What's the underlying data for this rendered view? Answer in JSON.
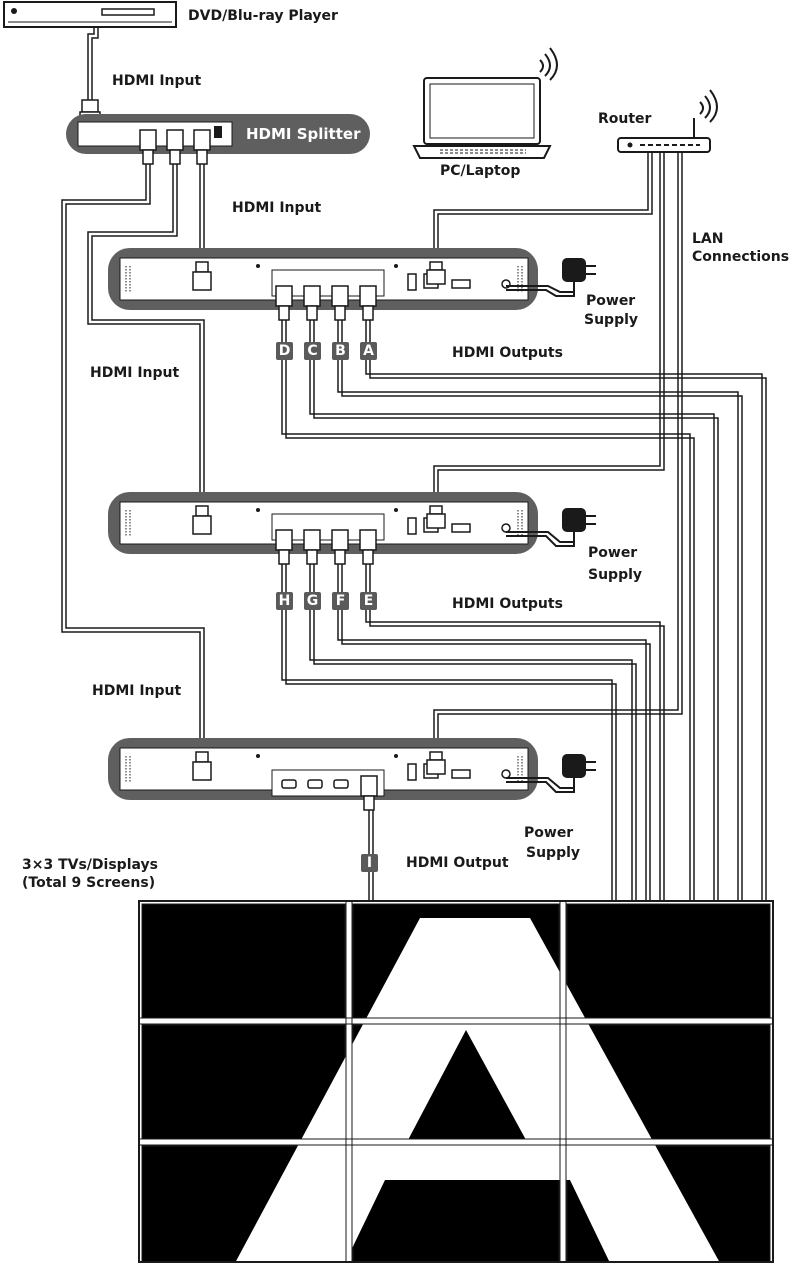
{
  "labels": {
    "player": "DVD/Blu-ray Player",
    "hdmi_input_1": "HDMI Input",
    "splitter": "HDMI Splitter",
    "pc_laptop": "PC/Laptop",
    "router": "Router",
    "lan_connections_line1": "LAN",
    "lan_connections_line2": "Connections",
    "hdmi_input_2": "HDMI Input",
    "hdmi_input_3": "HDMI Input",
    "hdmi_input_4": "HDMI Input",
    "power_supply_1_line1": "Power",
    "power_supply_1_line2": "Supply",
    "power_supply_2_line1": "Power",
    "power_supply_2_line2": "Supply",
    "power_supply_3_line1": "Power",
    "power_supply_3_line2": "Supply",
    "hdmi_outputs_1": "HDMI Outputs",
    "hdmi_outputs_2": "HDMI Outputs",
    "hdmi_output_3": "HDMI Output",
    "displays_line1": "3×3 TVs/Displays",
    "displays_line2": "(Total 9 Screens)"
  },
  "outputs_unit1": [
    "D",
    "C",
    "B",
    "A"
  ],
  "outputs_unit2": [
    "H",
    "G",
    "F",
    "E"
  ],
  "outputs_unit3": [
    "I"
  ],
  "colors": {
    "device_gray": "#5f5f5f",
    "panel_white": "#ffffff",
    "line": "#1a1a1a",
    "screen_black": "#000000",
    "badge_gray": "#5a5a5a"
  }
}
